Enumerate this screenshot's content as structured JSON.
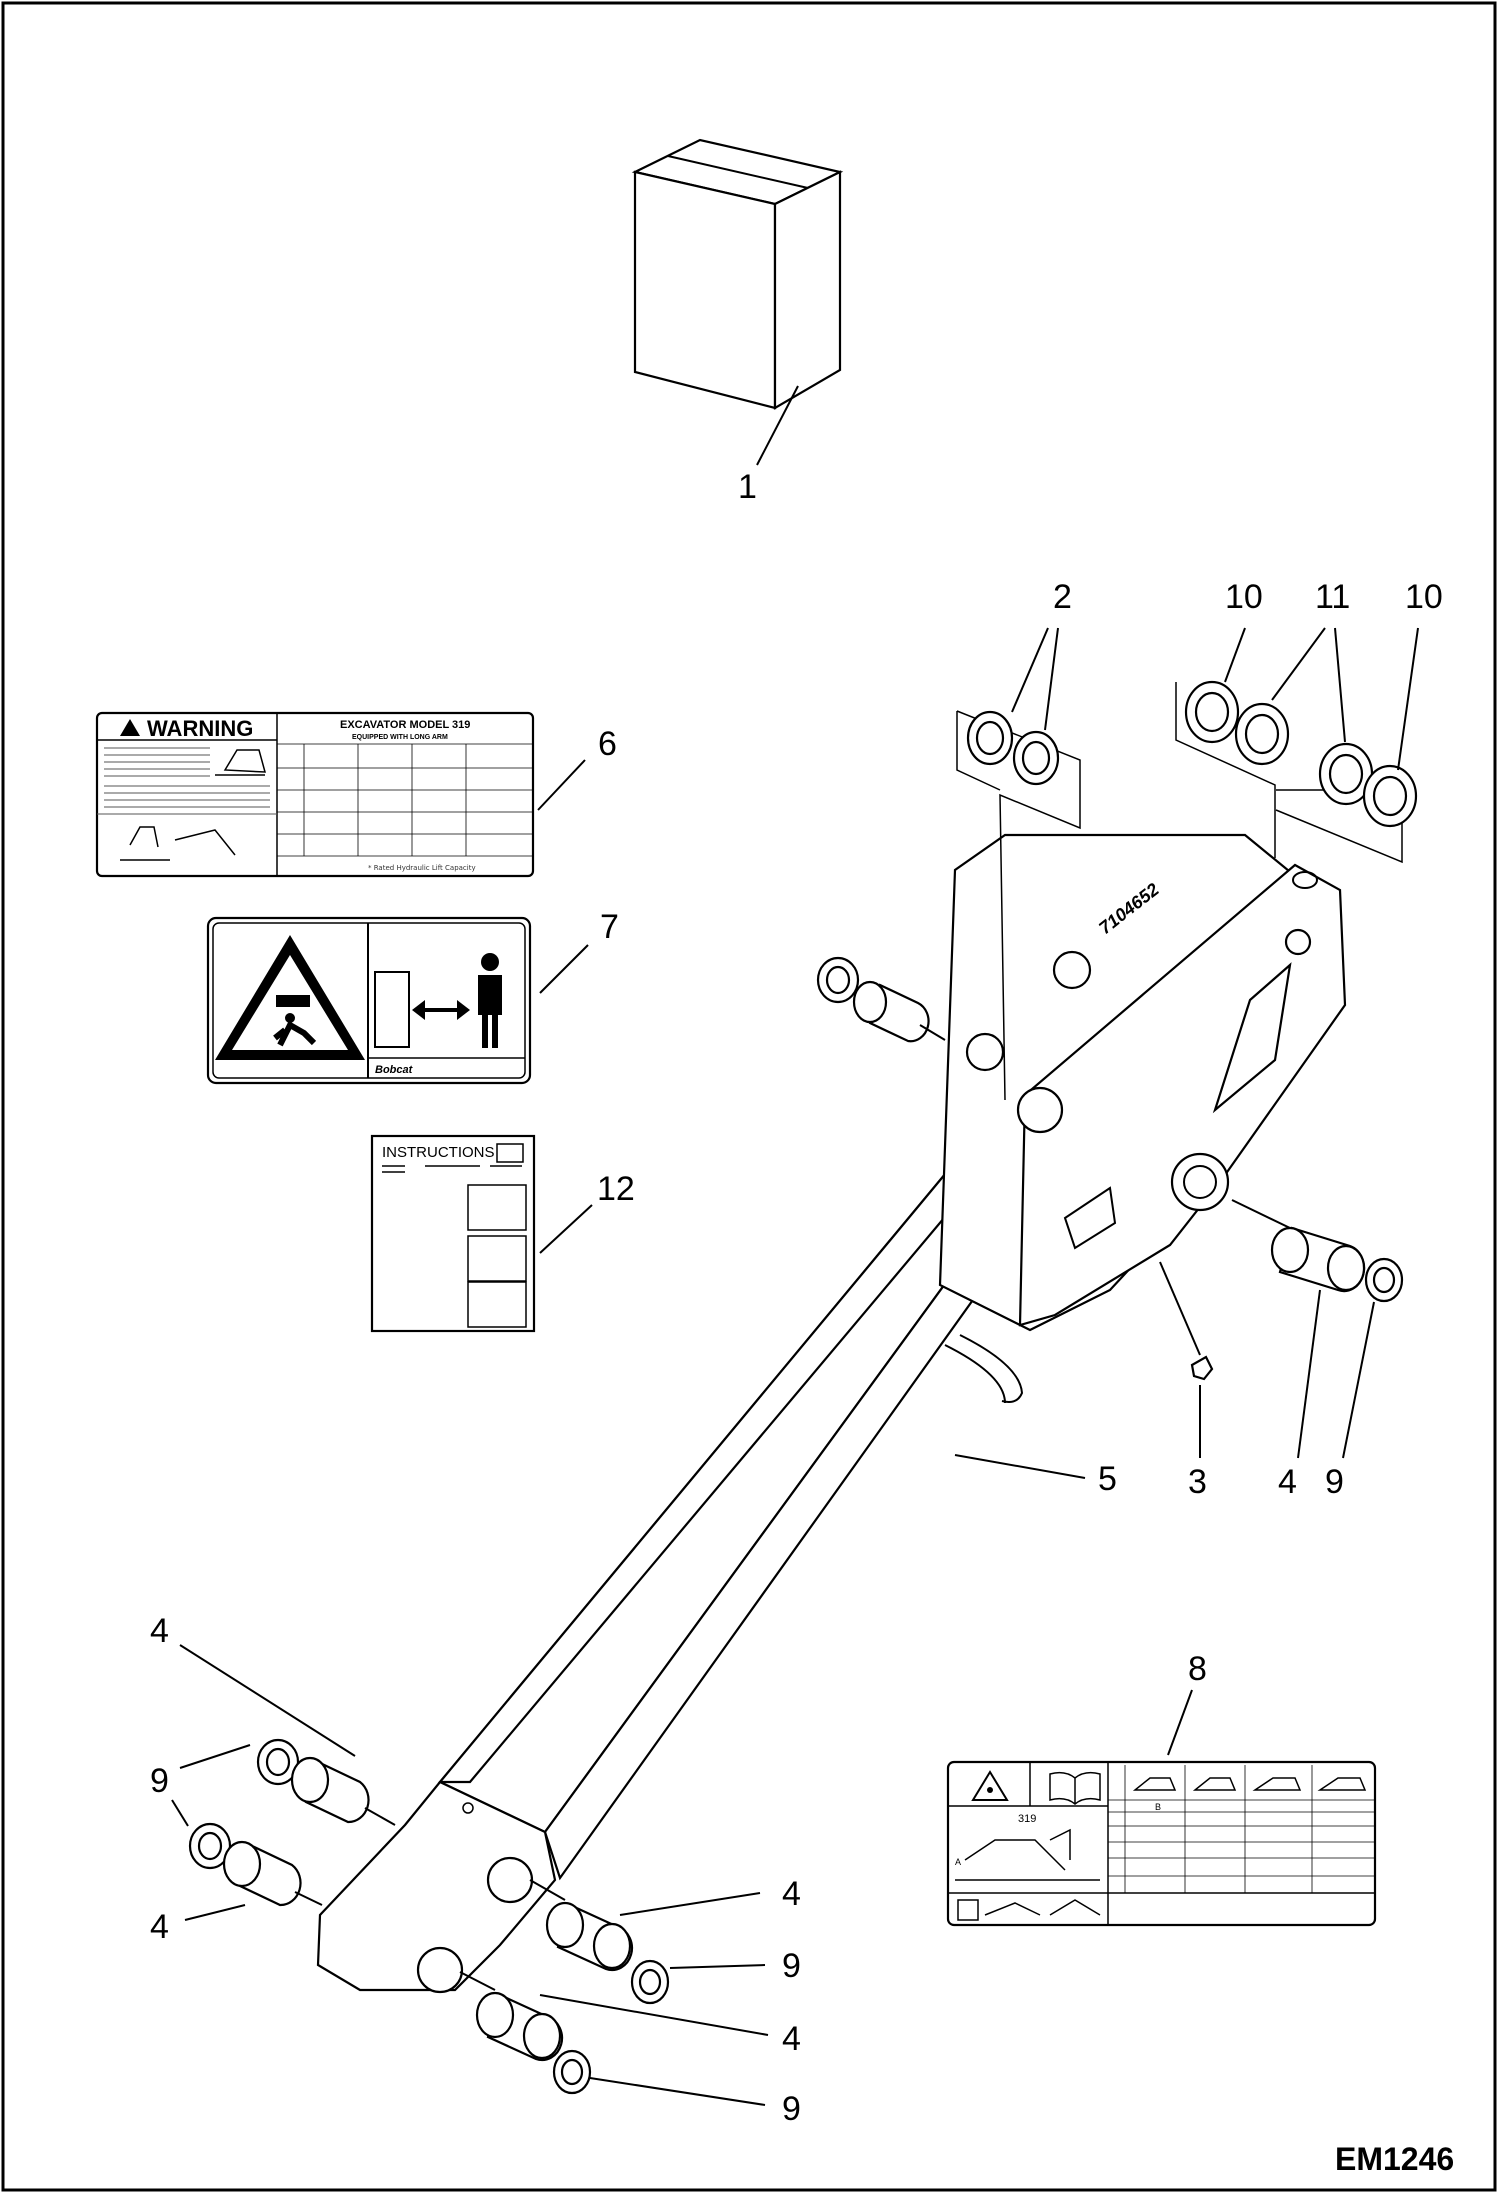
{
  "drawing_code": "EM1246",
  "callouts": [
    "1",
    "2",
    "10",
    "11",
    "10",
    "6",
    "7",
    "12",
    "5",
    "3",
    "4",
    "9",
    "4",
    "9",
    "4",
    "8",
    "4",
    "9",
    "4",
    "9"
  ],
  "decal_6": {
    "warning": "WARNING",
    "model_line1": "EXCAVATOR MODEL 319",
    "model_line2": "EQUIPPED WITH LONG ARM",
    "footnote": "* Rated Hydraulic Lift Capacity"
  },
  "decal_7": {
    "brand": "Bobcat"
  },
  "decal_12": {
    "title": "INSTRUCTIONS"
  },
  "decal_8": {
    "model": "319",
    "axis_a": "A",
    "axis_b": "B"
  },
  "colors": {
    "line": "#000000",
    "background": "#ffffff"
  }
}
